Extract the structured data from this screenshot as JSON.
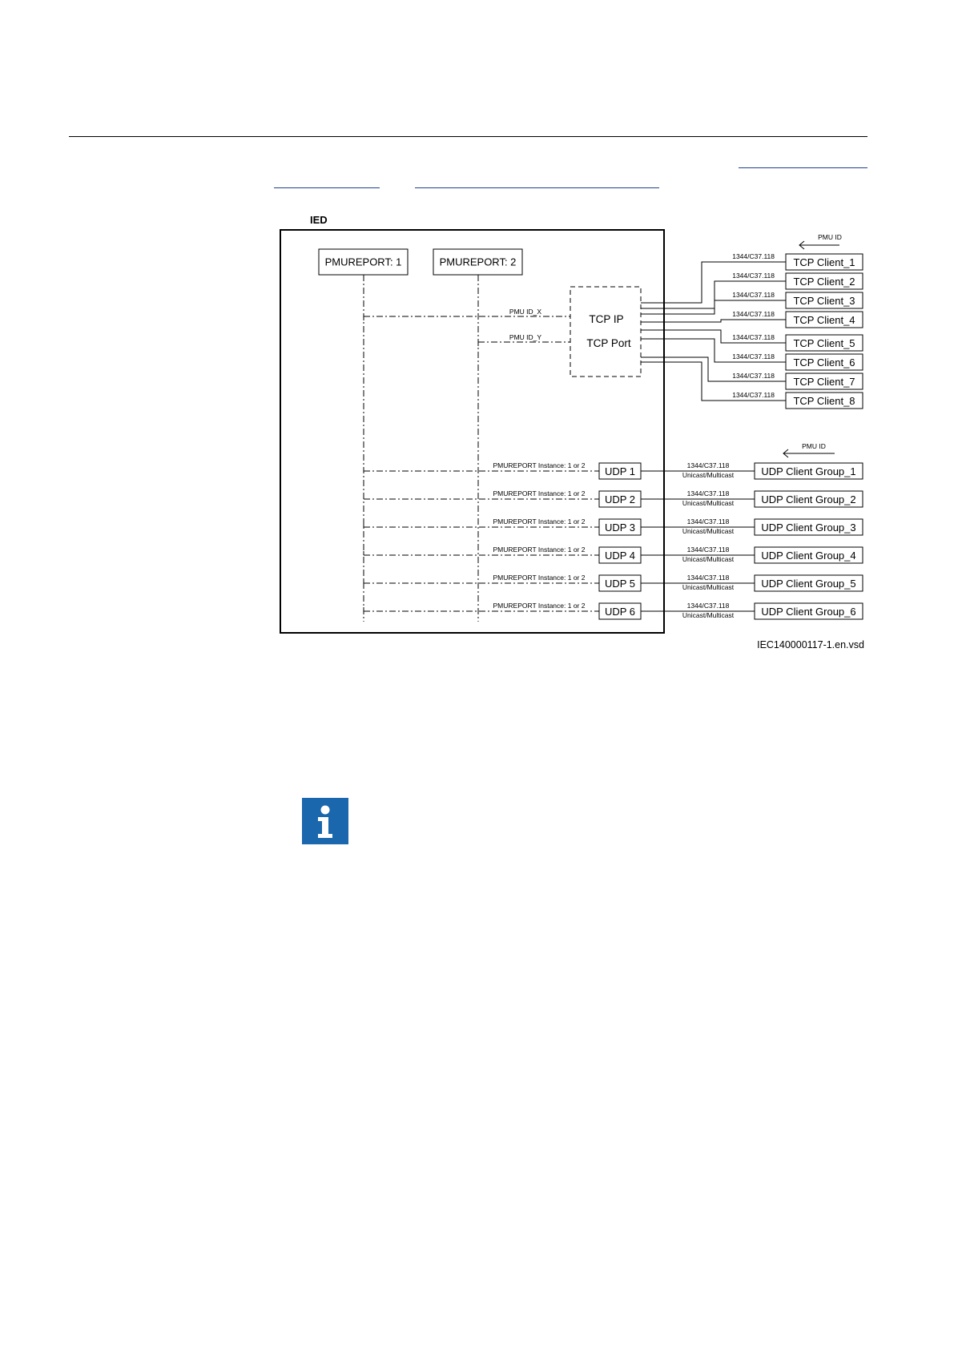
{
  "figure": {
    "ied_label": "IED",
    "pmureports": [
      "PMUREPORT: 1",
      "PMUREPORT: 2"
    ],
    "pmu_id_labels": [
      "PMU ID_X",
      "PMU ID_Y"
    ],
    "tcp_box": {
      "line1": "TCP IP",
      "line2": "TCP Port"
    },
    "tcp_pmu_id_label": "PMU ID",
    "udp_pmu_id_label": "PMU ID",
    "tcp_clients": [
      {
        "name": "TCP Client_1",
        "protocol": "1344/C37.118"
      },
      {
        "name": "TCP Client_2",
        "protocol": "1344/C37.118"
      },
      {
        "name": "TCP Client_3",
        "protocol": "1344/C37.118"
      },
      {
        "name": "TCP Client_4",
        "protocol": "1344/C37.118"
      },
      {
        "name": "TCP Client_5",
        "protocol": "1344/C37.118"
      },
      {
        "name": "TCP Client_6",
        "protocol": "1344/C37.118"
      },
      {
        "name": "TCP Client_7",
        "protocol": "1344/C37.118"
      },
      {
        "name": "TCP Client_8",
        "protocol": "1344/C37.118"
      }
    ],
    "udp_rows": [
      {
        "udp": "UDP 1",
        "instance": "PMUREPORT Instance: 1 or 2",
        "protocol": "1344/C37.118",
        "mode": "Unicast/Multicast",
        "group": "UDP Client Group_1"
      },
      {
        "udp": "UDP 2",
        "instance": "PMUREPORT Instance: 1 or 2",
        "protocol": "1344/C37.118",
        "mode": "Unicast/Multicast",
        "group": "UDP Client Group_2"
      },
      {
        "udp": "UDP 3",
        "instance": "PMUREPORT Instance: 1 or 2",
        "protocol": "1344/C37.118",
        "mode": "Unicast/Multicast",
        "group": "UDP Client Group_3"
      },
      {
        "udp": "UDP 4",
        "instance": "PMUREPORT Instance: 1 or 2",
        "protocol": "1344/C37.118",
        "mode": "Unicast/Multicast",
        "group": "UDP Client Group_4"
      },
      {
        "udp": "UDP 5",
        "instance": "PMUREPORT Instance: 1 or 2",
        "protocol": "1344/C37.118",
        "mode": "Unicast/Multicast",
        "group": "UDP Client Group_5"
      },
      {
        "udp": "UDP 6",
        "instance": "PMUREPORT Instance: 1 or 2",
        "protocol": "1344/C37.118",
        "mode": "Unicast/Multicast",
        "group": "UDP Client Group_6"
      }
    ],
    "file_id": "IEC140000117-1.en.vsd"
  },
  "icons": {
    "info": "info-icon"
  },
  "colors": {
    "info_blue": "#1a67ad",
    "link_blue": "#1f3f8f"
  }
}
